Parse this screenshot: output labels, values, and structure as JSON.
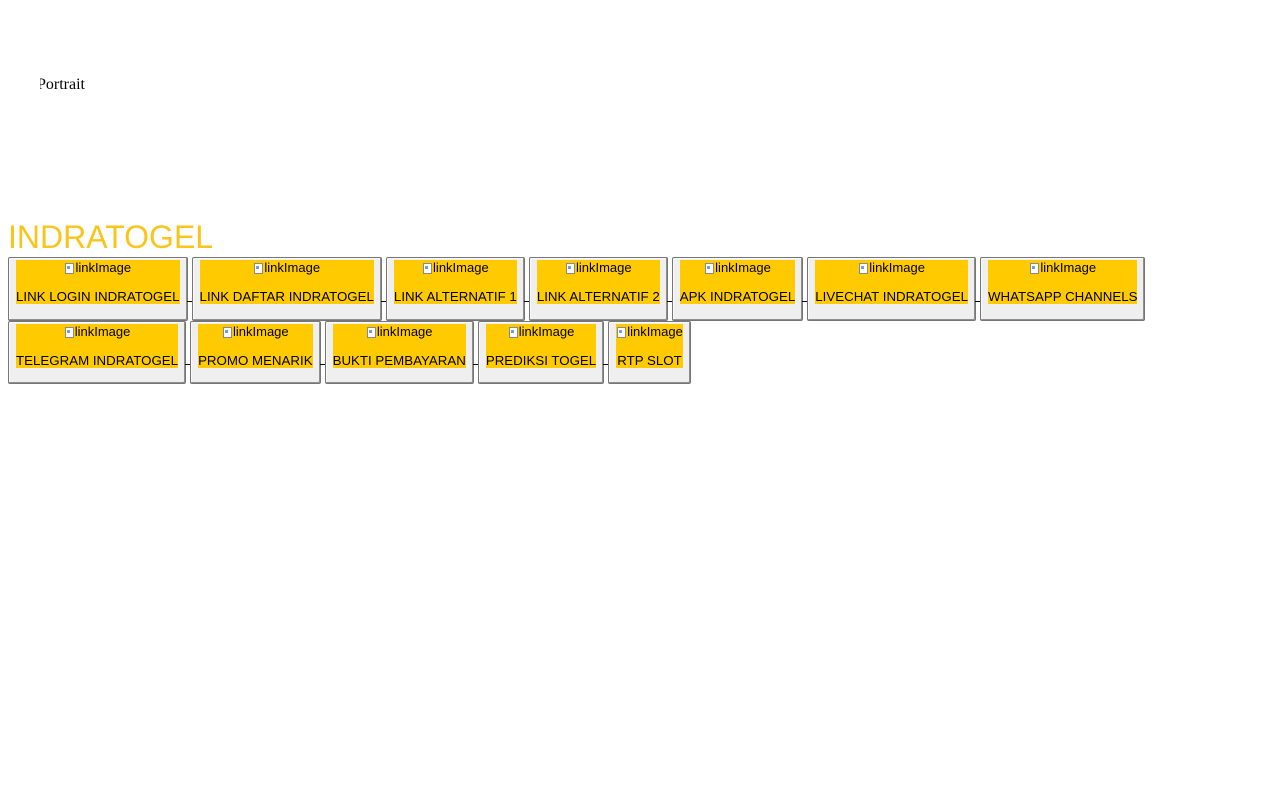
{
  "portrait": {
    "alt_text": "Portrait"
  },
  "site_title": "INDRATOGEL",
  "buttons_row1": [
    {
      "image_alt": "linkImage",
      "label": "LINK LOGIN INDRATOGEL"
    },
    {
      "image_alt": "linkImage",
      "label": "LINK DAFTAR INDRATOGEL"
    },
    {
      "image_alt": "linkImage",
      "label": "LINK ALTERNATIF 1"
    },
    {
      "image_alt": "linkImage",
      "label": "LINK ALTERNATIF 2"
    },
    {
      "image_alt": "linkImage",
      "label": "APK INDRATOGEL"
    },
    {
      "image_alt": "linkImage",
      "label": "LIVECHAT INDRATOGEL"
    },
    {
      "image_alt": "linkImage",
      "label": "WHATSAPP CHANNELS"
    }
  ],
  "buttons_row2": [
    {
      "image_alt": "linkImage",
      "label": "TELEGRAM INDRATOGEL"
    },
    {
      "image_alt": "linkImage",
      "label": "PROMO MENARIK"
    },
    {
      "image_alt": "linkImage",
      "label": "BUKTI PEMBAYARAN"
    },
    {
      "image_alt": "linkImage",
      "label": "PREDIKSI TOGEL"
    },
    {
      "image_alt": "linkImage",
      "label": "RTP SLOT"
    }
  ],
  "colors": {
    "title": "#f9c51a",
    "button_highlight": "#ffcb00",
    "button_face": "#efefef"
  },
  "icons": {
    "broken_image": "broken-image-icon"
  }
}
